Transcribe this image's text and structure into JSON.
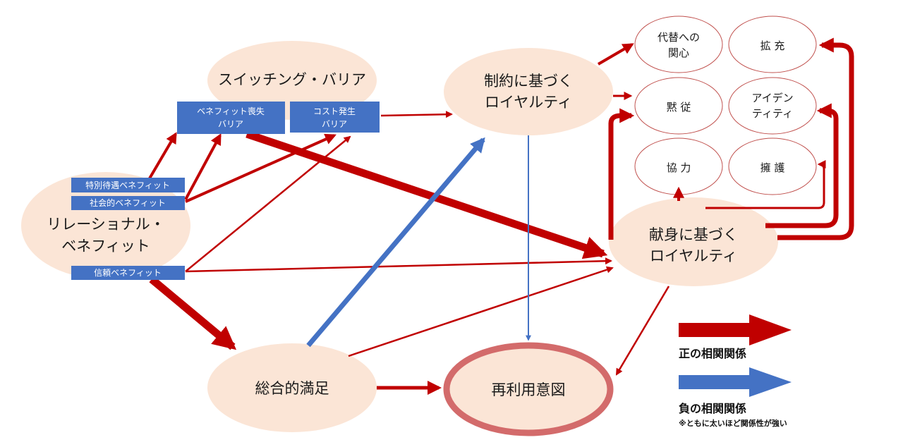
{
  "colors": {
    "positive": "#c00000",
    "negative": "#4472c4",
    "node_fill": "#fbe5d6",
    "outcome_outline": "#d36b6b",
    "small_node_outline": "#c0504d",
    "box_fill": "#4472c4"
  },
  "nodes": {
    "switching_barrier": {
      "label": "スイッチング・バリア"
    },
    "benefit_loss_barrier": {
      "lines": [
        "ベネフィット喪失",
        "バリア"
      ]
    },
    "cost_barrier": {
      "lines": [
        "コスト発生",
        "バリア"
      ]
    },
    "constraint_loyalty": {
      "lines": [
        "制約に基づく",
        "ロイヤルティ"
      ]
    },
    "relational_benefit": {
      "lines": [
        "リレーショナル・",
        "ベネフィット"
      ]
    },
    "special_treatment_benefit": {
      "label": "特別待遇ベネフィット"
    },
    "social_benefit": {
      "label": "社会的ベネフィット"
    },
    "trust_benefit": {
      "label": "信頼ベネフィット"
    },
    "dedication_loyalty": {
      "lines": [
        "献身に基づく",
        "ロイヤルティ"
      ]
    },
    "overall_satisfaction": {
      "label": "総合的満足"
    },
    "repurchase_intention": {
      "label": "再利用意図"
    },
    "interest_in_alternatives": {
      "lines": [
        "代替への",
        "関心"
      ]
    },
    "expansion": {
      "label": "拡 充"
    },
    "acquiescence": {
      "label": "黙 従"
    },
    "identity": {
      "lines": [
        "アイデン",
        "ティティ"
      ]
    },
    "cooperation": {
      "label": "協 力"
    },
    "advocacy": {
      "label": "擁 護"
    }
  },
  "relations": [
    {
      "from": "special_treatment_benefit",
      "to": "benefit_loss_barrier",
      "sign": "positive",
      "strength": 2
    },
    {
      "from": "social_benefit",
      "to": "benefit_loss_barrier",
      "sign": "positive",
      "strength": 2
    },
    {
      "from": "social_benefit",
      "to": "cost_barrier",
      "sign": "positive",
      "strength": 2
    },
    {
      "from": "trust_benefit",
      "to": "cost_barrier",
      "sign": "positive",
      "strength": 1
    },
    {
      "from": "trust_benefit",
      "to": "dedication_loyalty",
      "sign": "positive",
      "strength": 1
    },
    {
      "from": "trust_benefit",
      "to": "overall_satisfaction",
      "sign": "positive",
      "strength": 4
    },
    {
      "from": "benefit_loss_barrier",
      "to": "dedication_loyalty",
      "sign": "positive",
      "strength": 4
    },
    {
      "from": "cost_barrier",
      "to": "constraint_loyalty",
      "sign": "positive",
      "strength": 1
    },
    {
      "from": "overall_satisfaction",
      "to": "constraint_loyalty",
      "sign": "negative",
      "strength": 3
    },
    {
      "from": "overall_satisfaction",
      "to": "dedication_loyalty",
      "sign": "positive",
      "strength": 1
    },
    {
      "from": "overall_satisfaction",
      "to": "repurchase_intention",
      "sign": "positive",
      "strength": 2
    },
    {
      "from": "constraint_loyalty",
      "to": "repurchase_intention",
      "sign": "negative",
      "strength": 1
    },
    {
      "from": "constraint_loyalty",
      "to": "interest_in_alternatives",
      "sign": "positive",
      "strength": 2
    },
    {
      "from": "constraint_loyalty",
      "to": "acquiescence",
      "sign": "positive",
      "strength": 1
    },
    {
      "from": "dedication_loyalty",
      "to": "repurchase_intention",
      "sign": "positive",
      "strength": 1
    },
    {
      "from": "dedication_loyalty",
      "to": "cooperation",
      "sign": "positive",
      "strength": 2
    },
    {
      "from": "dedication_loyalty",
      "to": "advocacy",
      "sign": "positive",
      "strength": 1
    },
    {
      "from": "dedication_loyalty",
      "to": "acquiescence",
      "sign": "positive",
      "strength": 3
    },
    {
      "from": "dedication_loyalty",
      "to": "identity",
      "sign": "positive",
      "strength": 3
    },
    {
      "from": "dedication_loyalty",
      "to": "expansion",
      "sign": "positive",
      "strength": 3
    }
  ],
  "legend": {
    "positive_label": "正の相関関係",
    "negative_label": "負の相関関係",
    "note": "※ともに太いほど関係性が強い"
  }
}
